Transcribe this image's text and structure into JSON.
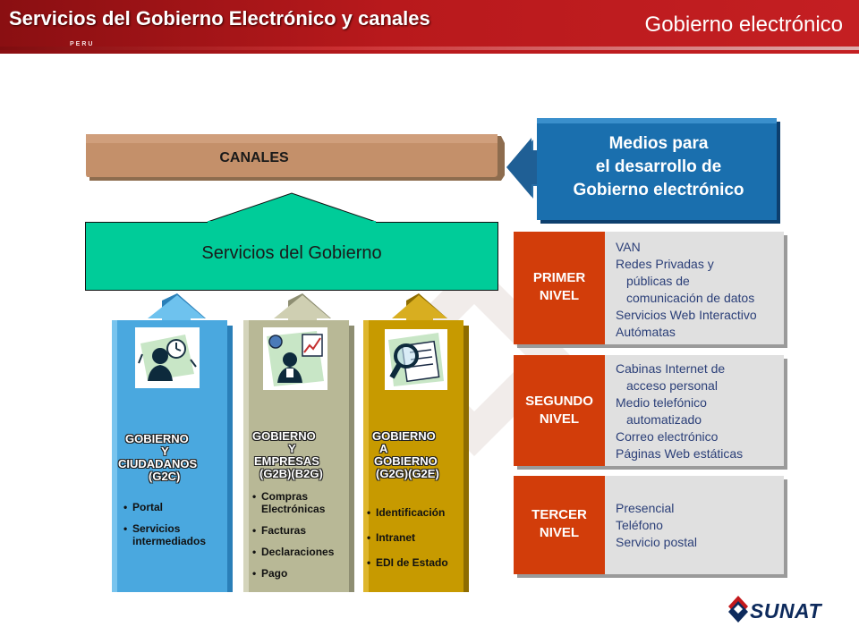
{
  "header": {
    "title": "Servicios del Gobierno Electrónico y canales",
    "subtitle": "Gobierno electrónico",
    "tag": "PERU"
  },
  "canales": {
    "label": "CANALES"
  },
  "medios": {
    "lines": [
      "Medios para",
      "el desarrollo de",
      "Gobierno electrónico"
    ]
  },
  "servicios": {
    "label": "Servicios del Gobierno"
  },
  "columns": [
    {
      "title_lines": [
        "GOBIERNO",
        "Y",
        "CIUDADANOS",
        "(G2C)"
      ],
      "items": [
        "Portal",
        "Servicios intermediados"
      ],
      "color": "#4aa8df",
      "icon": "citizen-clock-icon"
    },
    {
      "title_lines": [
        "GOBIERNO",
        "Y",
        "EMPRESAS",
        "(G2B)(B2G)"
      ],
      "items": [
        "Compras Electrónicas",
        "Facturas",
        "Declaraciones",
        "Pago"
      ],
      "color": "#b8b896",
      "icon": "business-chart-icon"
    },
    {
      "title_lines": [
        "GOBIERNO",
        "A",
        "GOBIERNO",
        "(G2G)(G2E)"
      ],
      "items": [
        "Identificación",
        "Intranet",
        "EDI de Estado"
      ],
      "color": "#c79a00",
      "icon": "magnifier-document-icon"
    }
  ],
  "levels": [
    {
      "name_lines": [
        "PRIMER",
        "NIVEL"
      ],
      "items": [
        {
          "t": "VAN",
          "ind": false
        },
        {
          "t": "Redes Privadas y",
          "ind": false
        },
        {
          "t": "públicas de",
          "ind": true
        },
        {
          "t": "comunicación de datos",
          "ind": true
        },
        {
          "t": "Servicios Web Interactivo",
          "ind": false
        },
        {
          "t": "Autómatas",
          "ind": false
        }
      ]
    },
    {
      "name_lines": [
        "SEGUNDO",
        "NIVEL"
      ],
      "items": [
        {
          "t": "Cabinas Internet de",
          "ind": false
        },
        {
          "t": "acceso personal",
          "ind": true
        },
        {
          "t": "Medio telefónico",
          "ind": false
        },
        {
          "t": "automatizado",
          "ind": true
        },
        {
          "t": "Correo electrónico",
          "ind": false
        },
        {
          "t": "Páginas Web estáticas",
          "ind": false
        }
      ]
    },
    {
      "name_lines": [
        "TERCER",
        "NIVEL"
      ],
      "items": [
        {
          "t": "Presencial",
          "ind": false
        },
        {
          "t": "Teléfono",
          "ind": false
        },
        {
          "t": "Servicio postal",
          "ind": false
        }
      ]
    }
  ],
  "logo": {
    "text": "SUNAT",
    "icon": "sunat-logo-icon"
  },
  "colors": {
    "header_red": "#b8191c",
    "canales_tan": "#c4906a",
    "medios_blue": "#1a6fae",
    "servicios_green": "#00cc99",
    "level_red": "#d23d0a",
    "level_grey": "#e0e0e0",
    "level_text": "#2b3f78"
  }
}
